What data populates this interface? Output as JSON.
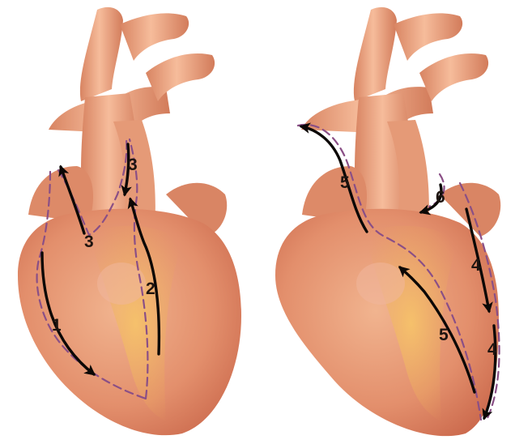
{
  "colors": {
    "background": "#ffffff",
    "heart_tissue": "#e79a76",
    "fat": "#f2b25c",
    "vessel": "#eaa27f",
    "incision_dash": "#8a4f86",
    "arrow": "#0c0806",
    "label": "#1e1410"
  },
  "left_heart": {
    "labels": {
      "step1": "1",
      "step2": "2",
      "step3_top": "3",
      "step3_bottom": "3"
    }
  },
  "right_heart": {
    "labels": {
      "step4_upper": "4",
      "step4_lower": "4",
      "step5_upper": "5",
      "step5_lower": "5",
      "step6": "6"
    }
  }
}
